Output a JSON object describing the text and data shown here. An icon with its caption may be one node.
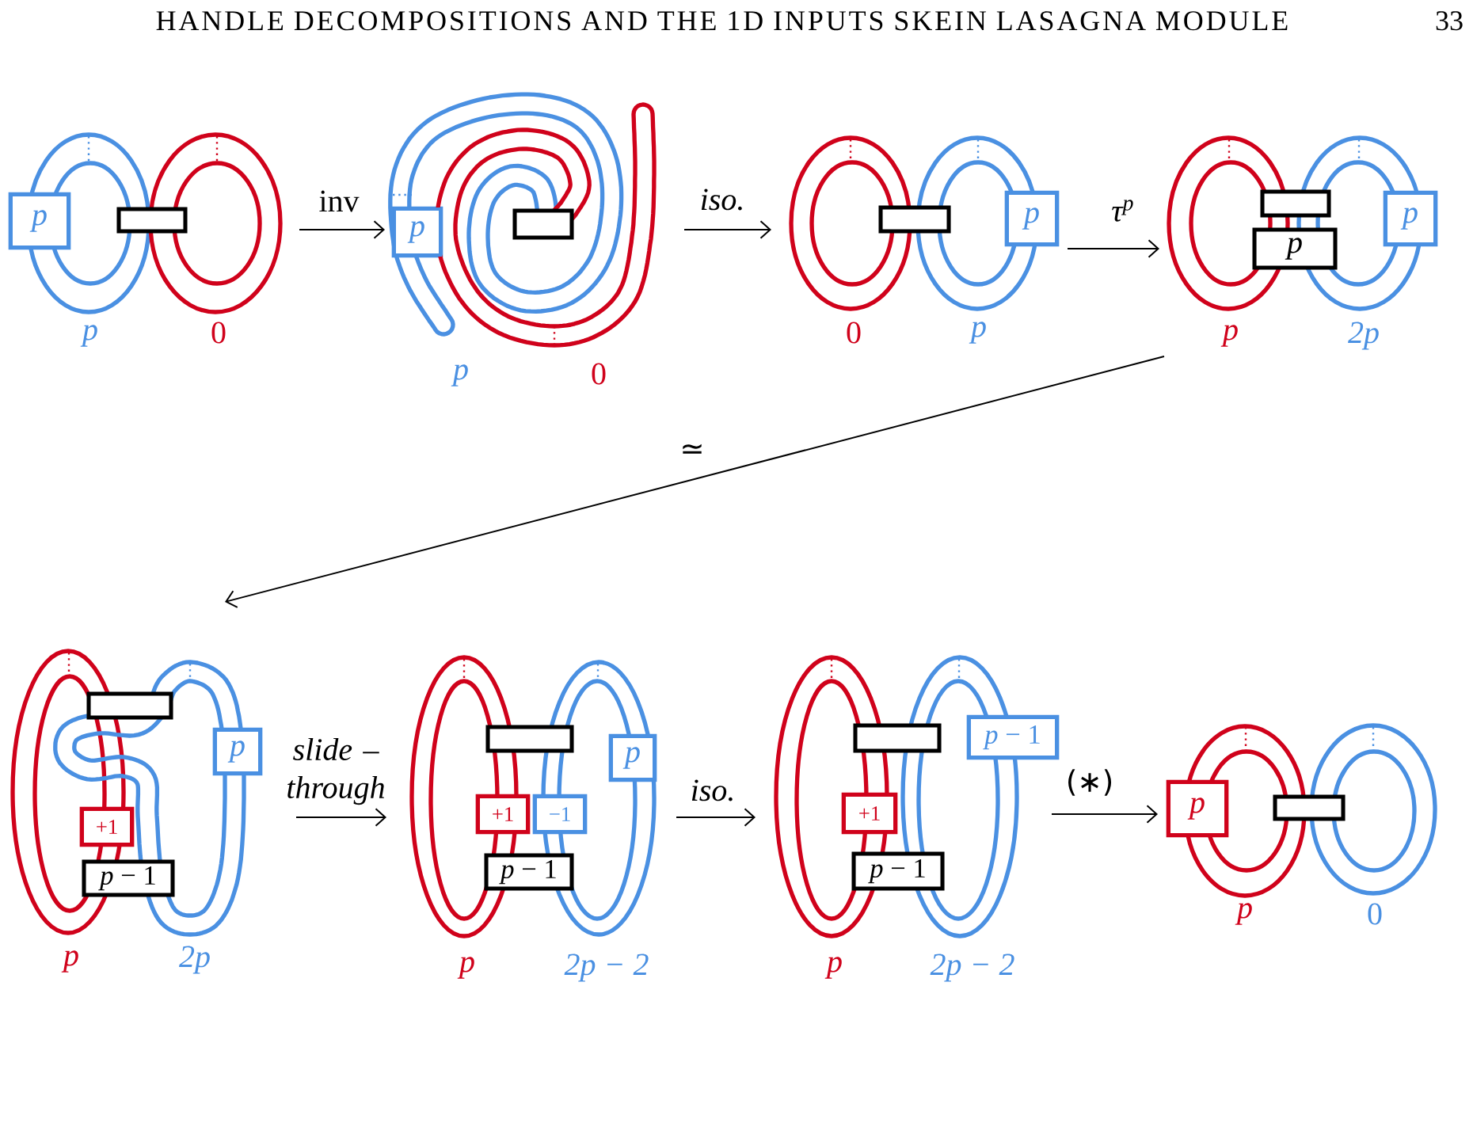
{
  "diagram": {
    "title": "HANDLE DECOMPOSITIONS AND THE 1D INPUTS SKEIN LASAGNA MODULE",
    "nodes": [
      {
        "text": [],
        "shape": "picture",
        "beside": [
          "p",
          "0"
        ]
      },
      {
        "text": [
          "p"
        ],
        "in": 0
      },
      {
        "text": [],
        "shape": "box",
        "in": 0
      },
      {
        "text": [],
        "shape": "picture",
        "beside": [
          "p",
          "0"
        ]
      },
      {
        "text": [
          "p"
        ],
        "in": 3
      },
      {
        "text": [],
        "shape": "box",
        "in": 3
      },
      {
        "text": [],
        "shape": "picture",
        "beside": [
          "0",
          "p"
        ]
      },
      {
        "text": [],
        "shape": "box",
        "in": 6
      },
      {
        "text": [
          "p"
        ],
        "in": 6
      },
      {
        "text": [],
        "shape": "picture",
        "beside": [
          "p",
          "2p"
        ]
      },
      {
        "text": [],
        "shape": "box",
        "in": 9
      },
      {
        "text": [
          "p"
        ],
        "in": 9
      },
      {
        "text": [
          "p"
        ],
        "in": 9
      },
      {
        "text": [],
        "shape": "picture",
        "beside": [
          "p",
          "2p"
        ]
      },
      {
        "text": [],
        "shape": "box",
        "in": 13
      },
      {
        "text": [
          "p"
        ],
        "in": 13
      },
      {
        "text": [
          "+1"
        ],
        "in": 13
      },
      {
        "text": [
          "*p* − 1"
        ],
        "in": 13
      },
      {
        "text": [],
        "shape": "picture",
        "beside": [
          "p",
          "2p − 2"
        ]
      },
      {
        "text": [],
        "shape": "box",
        "in": 18
      },
      {
        "text": [
          "p"
        ],
        "in": 18
      },
      {
        "text": [
          "+1"
        ],
        "in": 18
      },
      {
        "text": [
          "−1"
        ],
        "in": 18
      },
      {
        "text": [
          "*p* − 1"
        ],
        "in": 18
      },
      {
        "text": [],
        "shape": "picture",
        "beside": [
          "p",
          "2p − 2"
        ]
      },
      {
        "text": [],
        "shape": "box",
        "in": 24
      },
      {
        "text": [
          "*p* − 1"
        ],
        "in": 24
      },
      {
        "text": [
          "+1"
        ],
        "in": 24
      },
      {
        "text": [
          "*p* − 1"
        ],
        "in": 24
      },
      {
        "text": [],
        "shape": "picture",
        "beside": [
          "p",
          "0"
        ]
      },
      {
        "text": [
          "p"
        ],
        "in": 29
      },
      {
        "text": [],
        "shape": "box",
        "in": 29
      }
    ],
    "edges": [
      {
        "from": 0,
        "to": 3,
        "arrow": "to",
        "label": "inv"
      },
      {
        "from": 3,
        "to": 6,
        "arrow": "to",
        "label": "iso."
      },
      {
        "from": 6,
        "to": 9,
        "arrow": "to",
        "label": "τ$^{p}$"
      },
      {
        "from": 9,
        "to": 13,
        "arrow": "to",
        "label": "≃"
      },
      {
        "from": 13,
        "to": 18,
        "arrow": "to",
        "label": "slide – through"
      },
      {
        "from": 18,
        "to": 24,
        "arrow": "to",
        "label": "iso."
      },
      {
        "from": 24,
        "to": 29,
        "arrow": "to",
        "label": "(∗)"
      }
    ],
    "labels": [
      "33"
    ]
  }
}
